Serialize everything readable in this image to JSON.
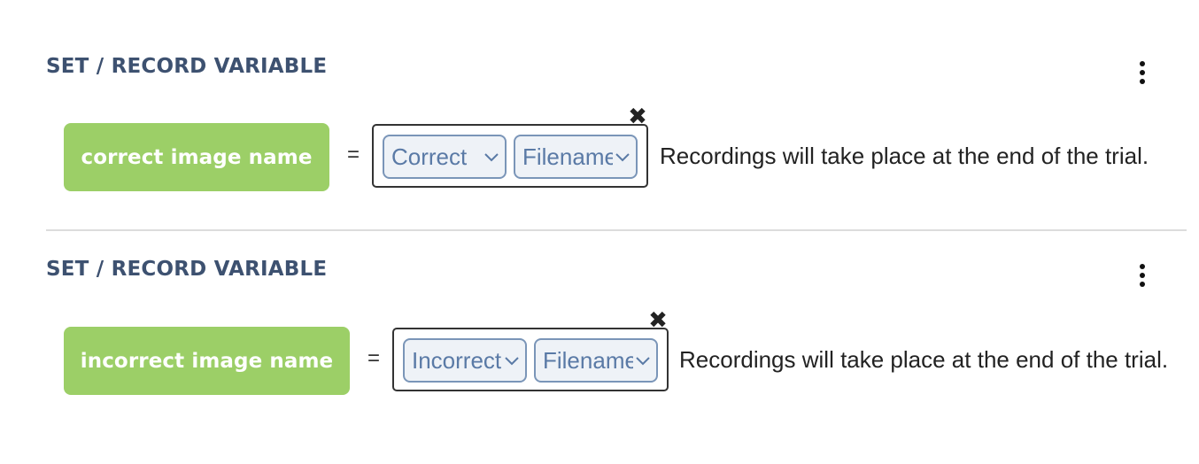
{
  "blocks": [
    {
      "title": "SET / RECORD VARIABLE",
      "variable_label": "correct image name",
      "operator": "=",
      "select_1_value": "Correct",
      "select_2_value": "Filename",
      "remove_glyph": "✖",
      "note": "Recordings will take place at the end of the trial."
    },
    {
      "title": "SET / RECORD VARIABLE",
      "variable_label": "incorrect image name",
      "operator": "=",
      "select_1_value": "Incorrect",
      "select_2_value": "Filename",
      "remove_glyph": "✖",
      "note": "Recordings will take place at the end of the trial."
    }
  ],
  "icons": {
    "menu": "kebab-menu-icon",
    "remove": "close-icon",
    "dropdown": "chevron-down-icon"
  },
  "colors": {
    "title": "#3d5170",
    "variable_button": "#9ccf67",
    "select_border": "#7a95b8",
    "select_text": "#5a7aa6",
    "select_bg": "#eef2f7"
  }
}
